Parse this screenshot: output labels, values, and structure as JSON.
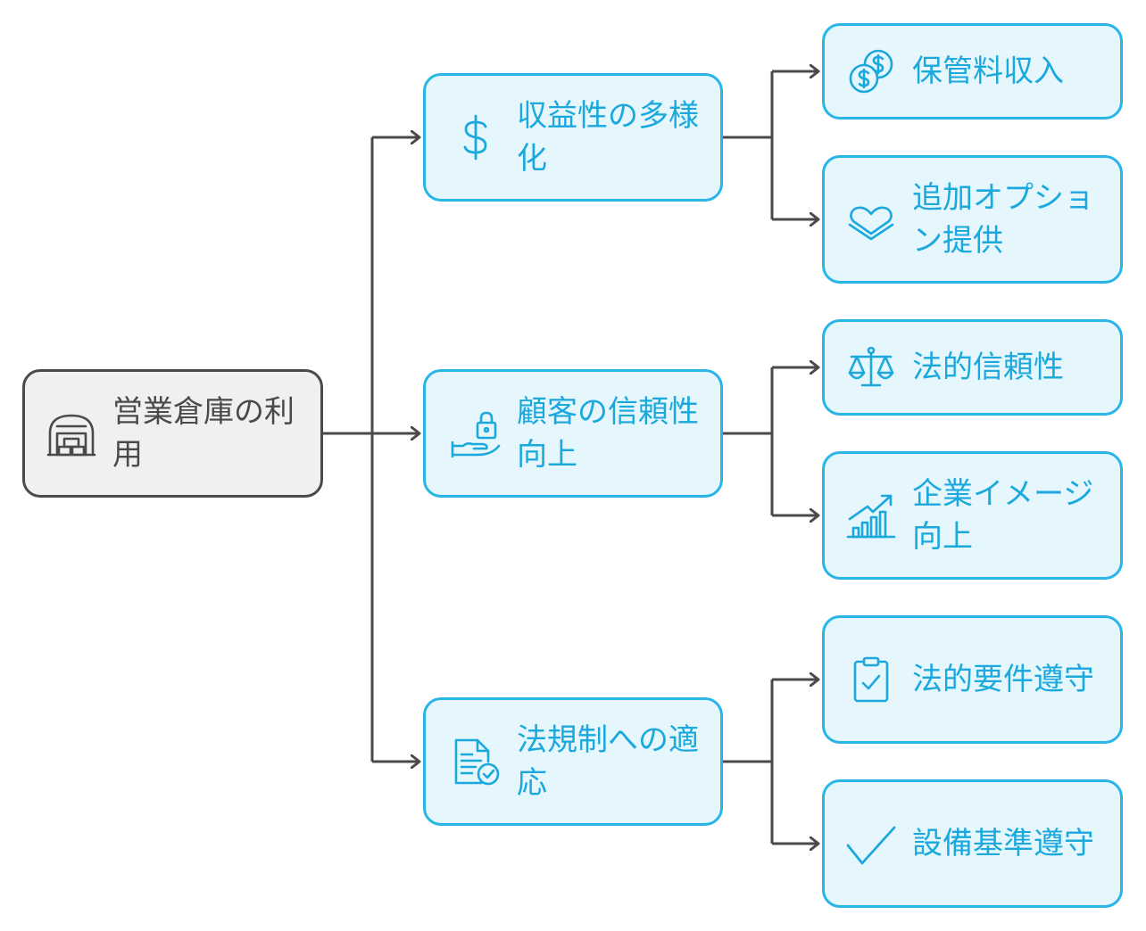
{
  "diagram": {
    "root": {
      "label": "営業倉庫の利用",
      "icon": "warehouse-icon"
    },
    "branches": [
      {
        "label": "収益性の多様化",
        "icon": "dollar-icon",
        "children": [
          {
            "label": "保管料収入",
            "icon": "coins-icon"
          },
          {
            "label": "追加オプション提供",
            "icon": "heart-layers-icon"
          }
        ]
      },
      {
        "label": "顧客の信頼性向上",
        "icon": "hand-lock-icon",
        "children": [
          {
            "label": "法的信頼性",
            "icon": "scales-icon"
          },
          {
            "label": "企業イメージ向上",
            "icon": "growth-chart-icon"
          }
        ]
      },
      {
        "label": "法規制への適応",
        "icon": "document-check-icon",
        "children": [
          {
            "label": "法的要件遵守",
            "icon": "clipboard-check-icon"
          },
          {
            "label": "設備基準遵守",
            "icon": "checkmark-icon"
          }
        ]
      }
    ],
    "colors": {
      "accent": "#29b5e6",
      "accent_text": "#1aa8dd",
      "accent_fill": "#e5f7fd",
      "root_border": "#4a4a4a",
      "root_fill": "#f0f0f0",
      "connector": "#4a4a4a"
    }
  }
}
